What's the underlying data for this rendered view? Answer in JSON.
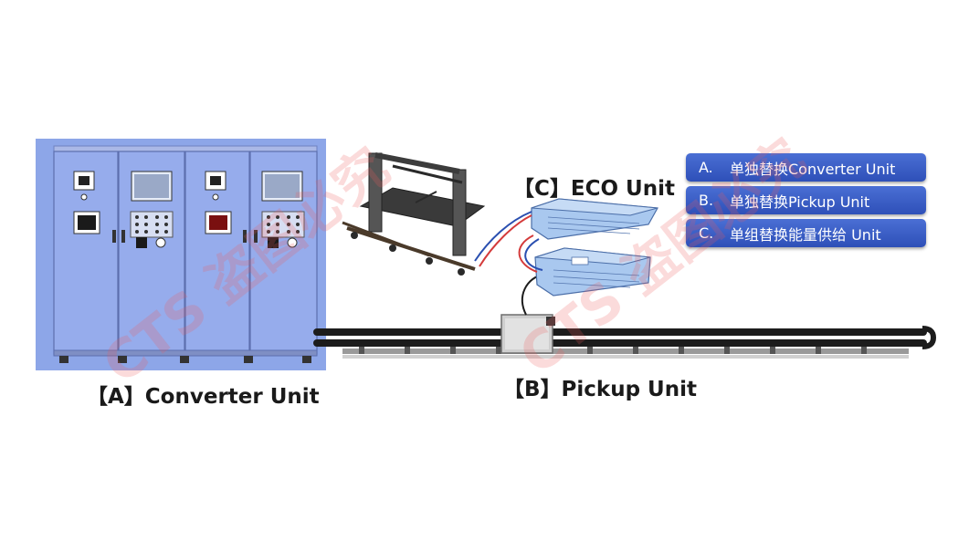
{
  "labels": {
    "converter": "【A】Converter Unit",
    "pickup": "【B】Pickup Unit",
    "eco": "【C】ECO Unit"
  },
  "options": [
    {
      "letter": "A.",
      "text": "单独替换Converter Unit"
    },
    {
      "letter": "B.",
      "text": "单独替换Pickup Unit"
    },
    {
      "letter": "C.",
      "text": "单组替换能量供给 Unit"
    }
  ],
  "watermark": "CTS 盗图必究",
  "colors": {
    "cabinet_bg": "#8da6e8",
    "option_bg": "#3a5cc6",
    "option_text": "#ffffff",
    "watermark": "#eb5a5a",
    "rail": "#1c1c1c"
  }
}
